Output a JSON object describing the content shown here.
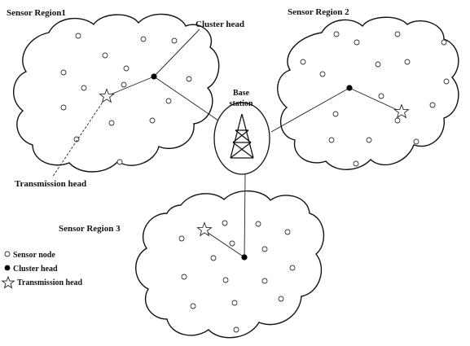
{
  "labels": {
    "region1": "Sensor Region1",
    "region2": "Sensor Region 2",
    "region3": "Sensor Region 3",
    "cluster_head_callout": "Cluster head",
    "transmission_head_callout": "Transmission head",
    "base_station_line1": "Base",
    "base_station_line2": "station"
  },
  "legend": {
    "sensor_node": "Sensor node",
    "cluster_head": "Cluster head",
    "transmission_head": "Transmission head"
  }
}
